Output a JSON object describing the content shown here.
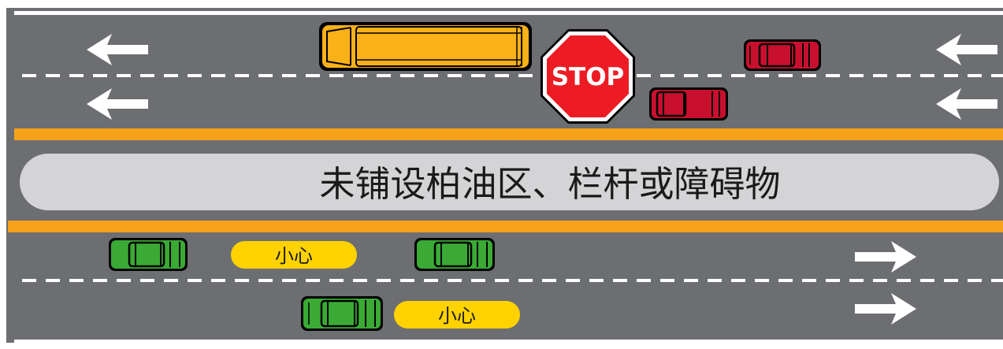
{
  "diagram": {
    "median_label": "未铺设柏油区、栏杆或障碍物",
    "stop_sign_text": "STOP",
    "caution_labels": [
      "小心",
      "小心"
    ]
  },
  "colors": {
    "road": "#6d6e71",
    "edge_line": "#ffffff",
    "lane_dash": "#ffffff",
    "center_line": "#f6a21a",
    "median": "#d4d4d6",
    "school_bus": "#fbb118",
    "stop_sign": "#ed1c24",
    "car_red": "#c8102e",
    "car_green": "#3aaa35",
    "caution_badge": "#ffd200"
  },
  "icons": {
    "westbound_arrows": "arrow-left-icon",
    "eastbound_arrows": "arrow-right-icon"
  }
}
